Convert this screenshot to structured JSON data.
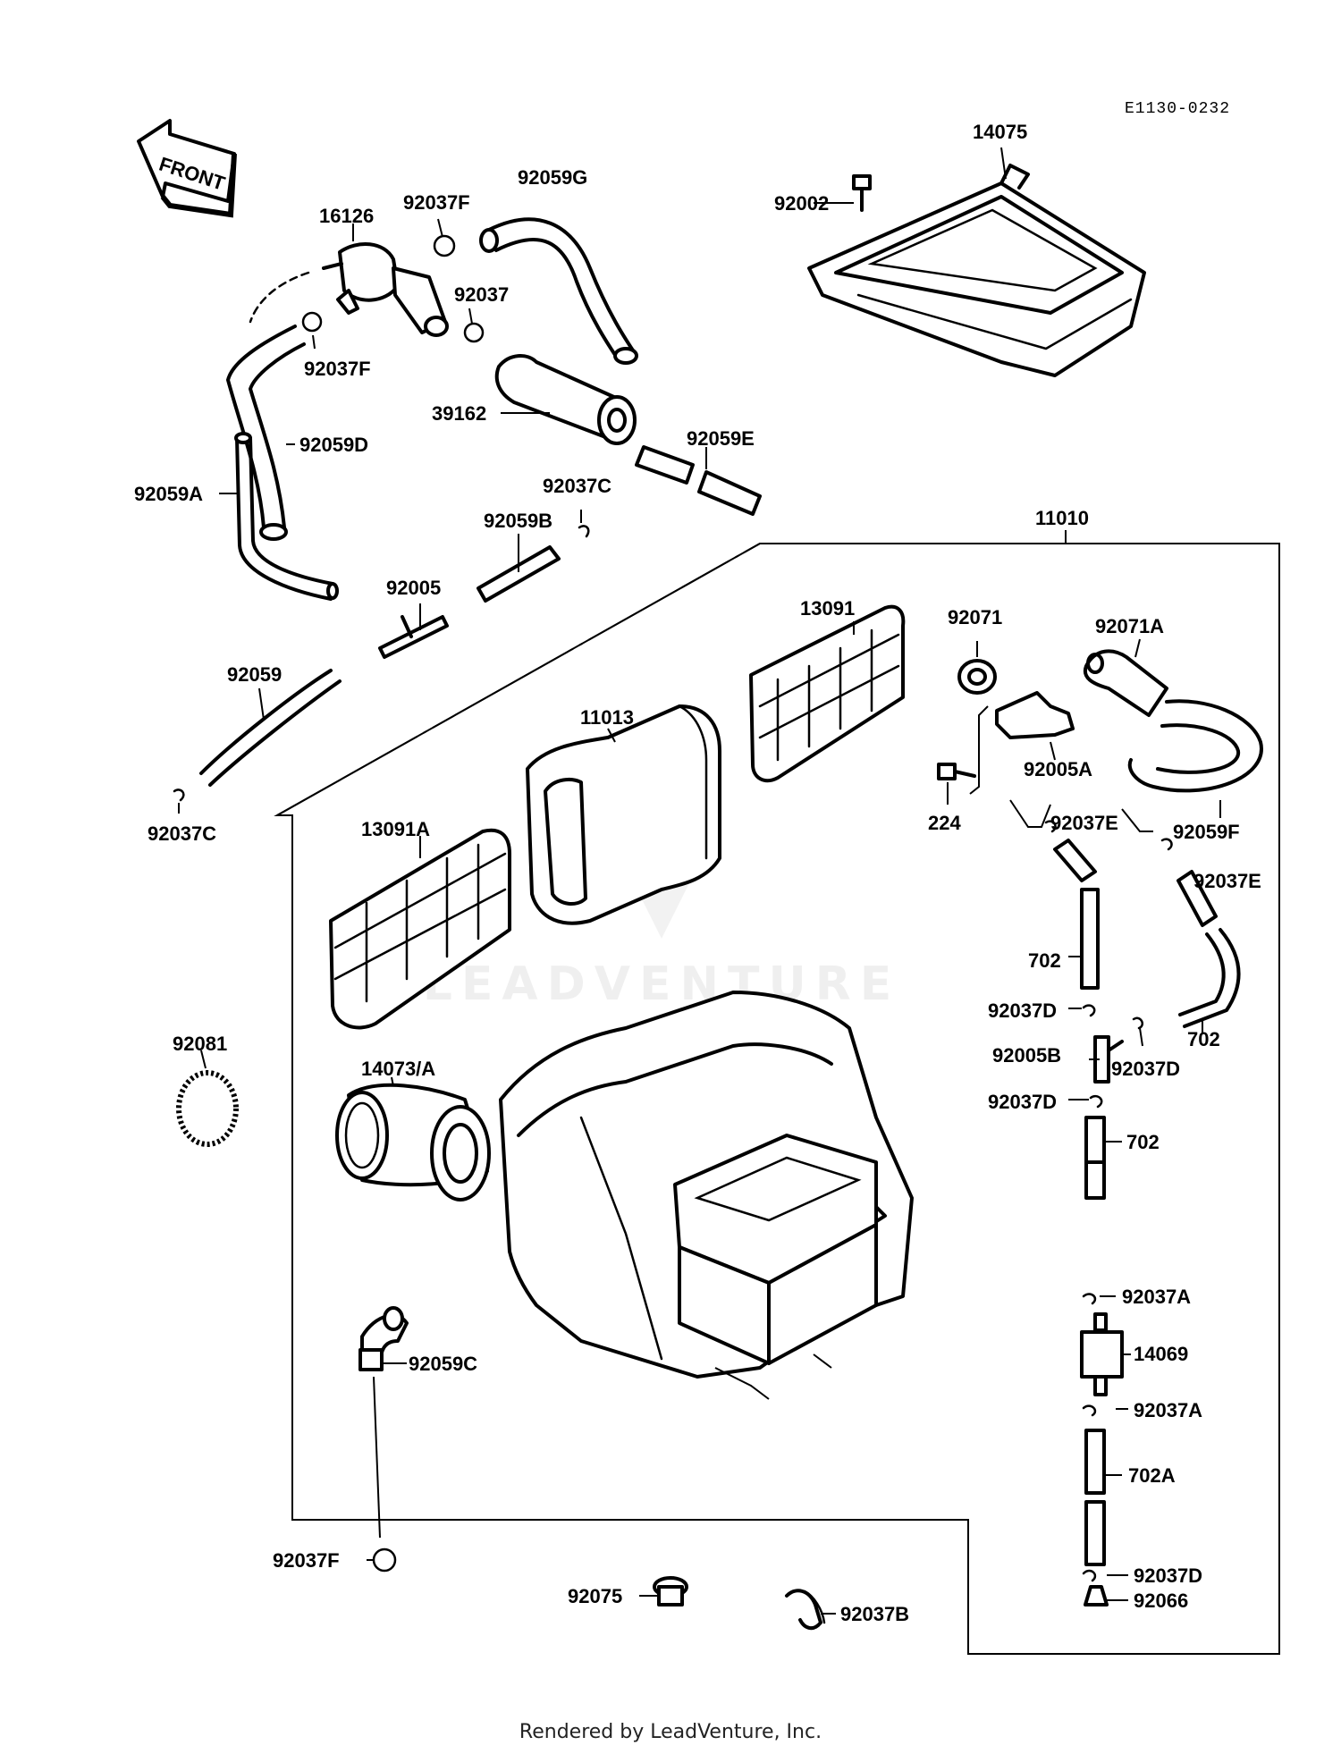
{
  "diagram": {
    "ref_code": "E1130-0232",
    "front_label": "FRONT",
    "watermark": "LEADVENTURE",
    "footer": "Rendered by LeadVenture, Inc.",
    "callouts": [
      {
        "id": "c-14075",
        "text": "14075"
      },
      {
        "id": "c-92002",
        "text": "92002"
      },
      {
        "id": "c-92059G",
        "text": "92059G"
      },
      {
        "id": "c-92037F-top",
        "text": "92037F"
      },
      {
        "id": "c-16126",
        "text": "16126"
      },
      {
        "id": "c-92037",
        "text": "92037"
      },
      {
        "id": "c-92037F-mid",
        "text": "92037F"
      },
      {
        "id": "c-39162",
        "text": "39162"
      },
      {
        "id": "c-92059D",
        "text": "92059D"
      },
      {
        "id": "c-92059E",
        "text": "92059E"
      },
      {
        "id": "c-92059A",
        "text": "92059A"
      },
      {
        "id": "c-92037C-top",
        "text": "92037C"
      },
      {
        "id": "c-92059B",
        "text": "92059B"
      },
      {
        "id": "c-11010",
        "text": "11010"
      },
      {
        "id": "c-92005",
        "text": "92005"
      },
      {
        "id": "c-13091",
        "text": "13091"
      },
      {
        "id": "c-92071",
        "text": "92071"
      },
      {
        "id": "c-92071A",
        "text": "92071A"
      },
      {
        "id": "c-92059",
        "text": "92059"
      },
      {
        "id": "c-11013",
        "text": "11013"
      },
      {
        "id": "c-92005A",
        "text": "92005A"
      },
      {
        "id": "c-92037C-bot",
        "text": "92037C"
      },
      {
        "id": "c-224",
        "text": "224"
      },
      {
        "id": "c-13091A",
        "text": "13091A"
      },
      {
        "id": "c-92037E-a",
        "text": "92037E"
      },
      {
        "id": "c-92059F",
        "text": "92059F"
      },
      {
        "id": "c-92037E-b",
        "text": "92037E"
      },
      {
        "id": "c-702-a",
        "text": "702"
      },
      {
        "id": "c-92037D-a",
        "text": "92037D"
      },
      {
        "id": "c-702-b",
        "text": "702"
      },
      {
        "id": "c-92081",
        "text": "92081"
      },
      {
        "id": "c-92005B",
        "text": "92005B"
      },
      {
        "id": "c-92037D-b",
        "text": "92037D"
      },
      {
        "id": "c-14073A",
        "text": "14073/A"
      },
      {
        "id": "c-92037D-c",
        "text": "92037D"
      },
      {
        "id": "c-702-c",
        "text": "702"
      },
      {
        "id": "c-92037A-a",
        "text": "92037A"
      },
      {
        "id": "c-14069",
        "text": "14069"
      },
      {
        "id": "c-92059C",
        "text": "92059C"
      },
      {
        "id": "c-92037A-b",
        "text": "92037A"
      },
      {
        "id": "c-702A",
        "text": "702A"
      },
      {
        "id": "c-92037F-bot",
        "text": "92037F"
      },
      {
        "id": "c-92075",
        "text": "92075"
      },
      {
        "id": "c-92037D-d",
        "text": "92037D"
      },
      {
        "id": "c-92037B",
        "text": "92037B"
      },
      {
        "id": "c-92066",
        "text": "92066"
      }
    ]
  }
}
